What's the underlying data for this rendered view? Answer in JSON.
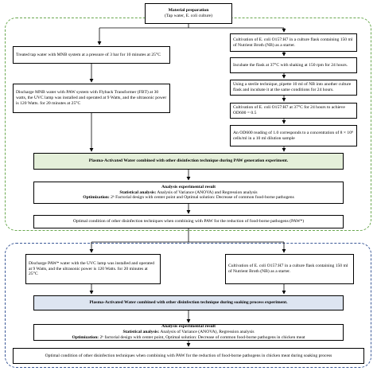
{
  "material": {
    "title": "Material preparation",
    "subtitle": "(Tap water, E. coli culture)"
  },
  "phase1": {
    "mnb_treat": "Treated tap water with MNB system at a pressure of 3 bar for 10 minutes at 25°C",
    "discharge": "Discharge MNB water with PAW system with Flyback Transformer (FBT) at 30 watts, the UVC lamp was installed and operated at 9 Watts, and the ultrasonic power is 120 Watts. for 20 minutes at 25°C",
    "cultivation": "Cultivation of E. coli O157:H7 in a culture flask containing 150 ml of Nutrient Broth (NB) as a starter.",
    "incubate": "Incubate the flask at 37°C with shaking at 150 rpm for 24 hours.",
    "transfer": "Using a sterile technique, pipette 10 ml of NB into another culture flask and incubate it at the same conditions for 24 hours.",
    "cultivation2": "Cultivation of E. coli O157:H7 at 37°C for 24 hours to achieve OD600 = 0.5",
    "od_reading": "An OD600 reading of 1.0 corresponds to a concentration of 8 × 10⁸ cells/ml in a 10 ml dilution sample",
    "combined": "Plasma-Activated Water combined with other disinfection technique during PAW generation experiment.",
    "analysis_title": "Analysis experimental result",
    "stat_label": "Statistical analysis:",
    "stat_text": " Analysis of Variance (ANOVA) and Regression analysis",
    "opt_label": "Optimization:",
    "opt_text": " 2ᵏ Factorial design with center point and Optimal solution: Decrease of common food-borne pathogens",
    "optimal": "Optimal condition of other disinfection techniques when combining with PAW for the reduction of food-borne pathogens (PAW*)"
  },
  "phase2": {
    "discharge": "Discharge PAW* water with the UVC lamp was installed and operated at 9 Watts, and the ultrasonic power is 120 Watts. for 20 minutes at 25°C",
    "cultivation": "Cultivation of E. coli O157:H7 in a culture flask containing 150 ml of Nutrient Broth (NB) as a starter.",
    "combined": "Plasma-Activated Water combined with other disinfection technique during soaking process experiment.",
    "analysis_title": "Analysis experimental result",
    "stat_label": "Statistical analysis:",
    "stat_text": " Analysis of Variance (ANOVA), Regression analysis",
    "opt_label": "Optimization:",
    "opt_text": " 2ᵏ factorial design with center point, Optimal solution: Decrease of common food-borne pathogens in chicken meat",
    "optimal": "Optimal condition of other disinfection techniques when combining with PAW for the reduction of food-borne pathogens in chicken meat during soaking process"
  },
  "colors": {
    "region1_border": "#6aa84f",
    "region2_border": "#3c5a98",
    "highlight_green": "#e4efd9",
    "highlight_blue": "#dde5f1"
  }
}
